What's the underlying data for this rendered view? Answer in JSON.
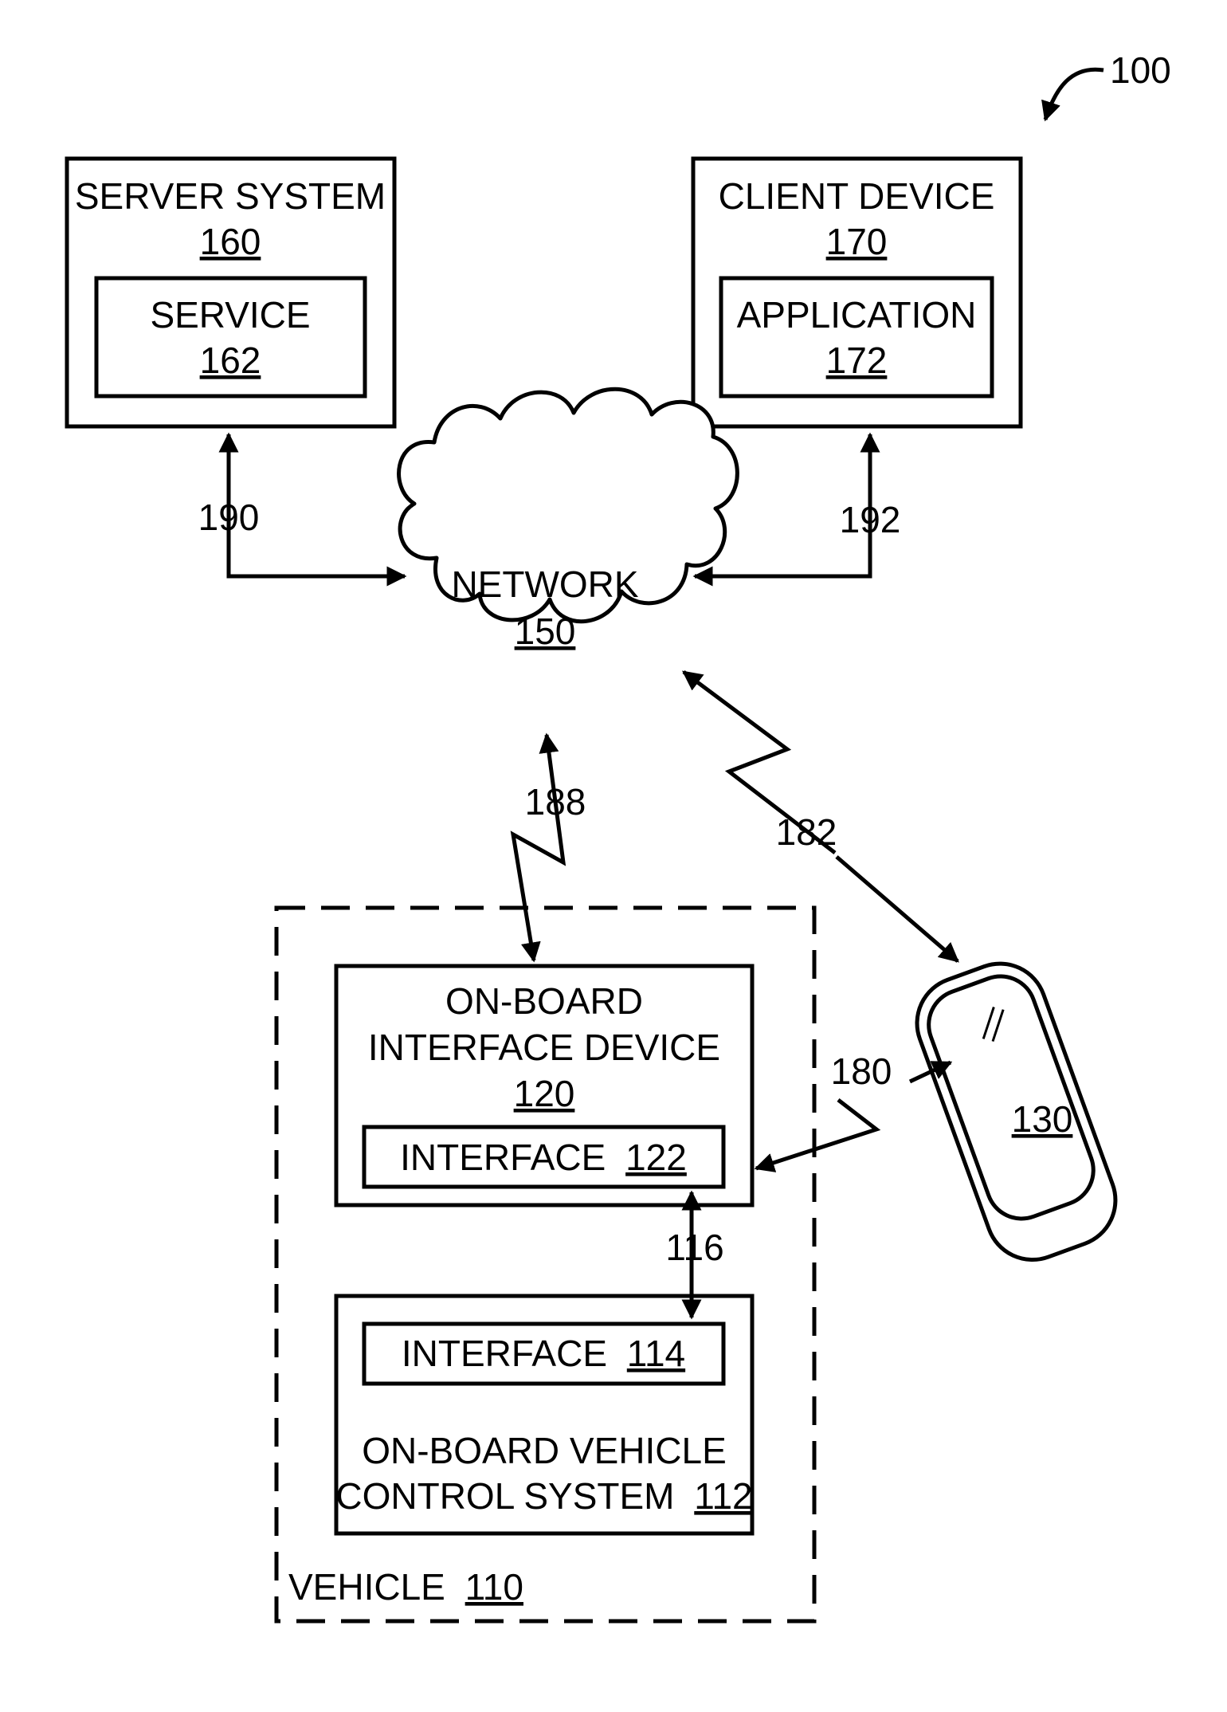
{
  "figure_number": "100",
  "server_system": {
    "title": "SERVER SYSTEM",
    "ref": "160"
  },
  "service": {
    "title": "SERVICE",
    "ref": "162"
  },
  "client_device": {
    "title": "CLIENT DEVICE",
    "ref": "170"
  },
  "application": {
    "title": "APPLICATION",
    "ref": "172"
  },
  "network": {
    "title": "NETWORK",
    "ref": "150"
  },
  "onboard_interface_device": {
    "line1": "ON-BOARD",
    "line2": "INTERFACE DEVICE",
    "ref": "120"
  },
  "interface_122": {
    "title": "INTERFACE",
    "ref": "122"
  },
  "interface_114": {
    "title": "INTERFACE",
    "ref": "114"
  },
  "vehicle_control_system": {
    "line1": "ON-BOARD VEHICLE",
    "line2": "CONTROL SYSTEM",
    "ref": "112"
  },
  "vehicle": {
    "title": "VEHICLE",
    "ref": "110"
  },
  "mobile_device": {
    "ref": "130"
  },
  "links": {
    "link_190": "190",
    "link_192": "192",
    "link_188": "188",
    "link_182": "182",
    "link_180": "180",
    "link_116": "116"
  }
}
